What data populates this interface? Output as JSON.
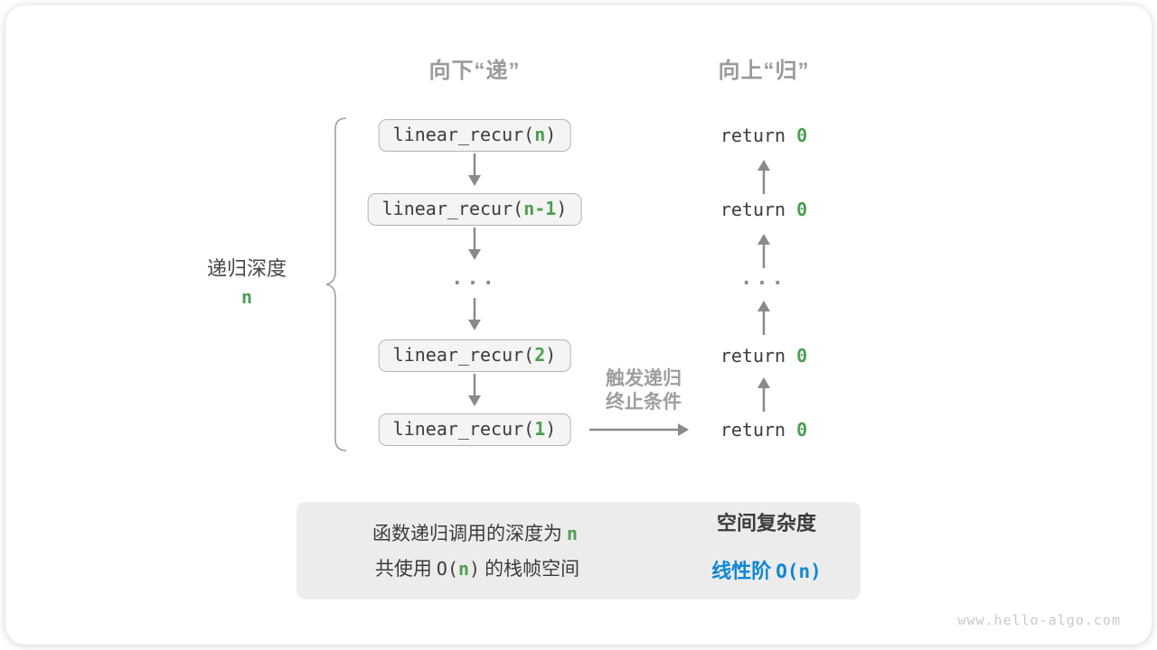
{
  "headers": {
    "down": "向下“递”",
    "up": "向上“归”"
  },
  "depth": {
    "label": "递归深度",
    "value": "n"
  },
  "stack": {
    "boxes": [
      {
        "pre": "linear_recur(",
        "arg": "n",
        "post": ")"
      },
      {
        "pre": "linear_recur(",
        "arg": "n-1",
        "post": ")"
      },
      {
        "pre": "linear_recur(",
        "arg": "2",
        "post": ")"
      },
      {
        "pre": "linear_recur(",
        "arg": "1",
        "post": ")"
      }
    ],
    "ellipsis": "..."
  },
  "returns": {
    "items": [
      {
        "pre": "return ",
        "val": "0"
      },
      {
        "pre": "return ",
        "val": "0"
      },
      {
        "pre": "return ",
        "val": "0"
      },
      {
        "pre": "return ",
        "val": "0"
      }
    ],
    "ellipsis": "..."
  },
  "trigger": {
    "line1": "触发递归",
    "line2": "终止条件"
  },
  "summary": {
    "left": {
      "line1_text": "函数递归调用的深度为",
      "line1_var": "n",
      "line2_prefix": "共使用",
      "line2_code_pre": "O(",
      "line2_var": "n",
      "line2_code_post": ")",
      "line2_suffix": "的栈帧空间"
    },
    "right": {
      "title": "空间复杂度",
      "value_prefix": "线性阶",
      "value_code": "O(n)"
    }
  },
  "colors": {
    "green": "#4e9e52",
    "blue": "#0e87d5",
    "gray_label": "#9a9a9a",
    "dark_text": "#3c3c3c",
    "arrow": "#8a8a8a",
    "box_fill": "#f4f4f4",
    "box_border": "#b4b4b4",
    "summary_bg": "#ececec",
    "big_arrow": "#c6c6c6"
  },
  "footer": "www.hello-algo.com"
}
